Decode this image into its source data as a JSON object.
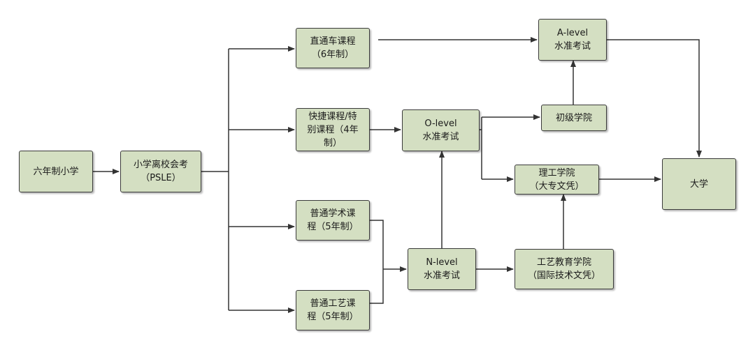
{
  "nodes": {
    "primary6": [
      "六年制小学"
    ],
    "psle": [
      "小学离校会考",
      "（PSLE）"
    ],
    "direct": [
      "直通车课程",
      "（6年制）"
    ],
    "express": [
      "快捷课程/特",
      "别课程（4年",
      "制）"
    ],
    "normal_academic": [
      "普通学术课",
      "程（5年制）"
    ],
    "normal_technical": [
      "普通工艺课",
      "程（5年制）"
    ],
    "olevel": [
      "O-level",
      "水准考试"
    ],
    "nlevel": [
      "N-level",
      "水准考试"
    ],
    "alevel": [
      "A-level",
      "水准考试"
    ],
    "junior_college": [
      "初级学院"
    ],
    "polytechnic": [
      "理工学院",
      "（大专文凭）"
    ],
    "ite": [
      "工艺教育学院",
      "（国际技术文凭）"
    ],
    "university": [
      "大学"
    ]
  },
  "colors": {
    "node_fill": "#d4dfc2",
    "node_border": "#3a3a3a",
    "line": "#333333"
  }
}
